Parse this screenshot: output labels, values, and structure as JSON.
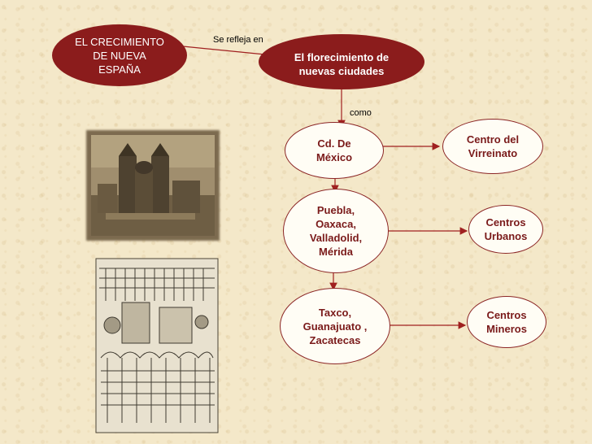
{
  "nodes": {
    "crecimiento": "EL CRECIMIENTO DE NUEVA ESPAÑA",
    "florecimiento": "El florecimiento de nuevas ciudades",
    "cd_mexico": "Cd. De México",
    "puebla": "Puebla, Oaxaca, Valladolid, Mérida",
    "taxco": "Taxco, Guanajuato , Zacatecas",
    "virreinato": "Centro del Virreinato",
    "urbanos": "Centros Urbanos",
    "mineros": "Centros Mineros"
  },
  "edge_labels": {
    "refleja": "Se refleja en",
    "como": "como"
  },
  "colors": {
    "dark_node": "#8b1c1c",
    "light_node_border": "#8b2525",
    "light_node_text": "#7a1a1a",
    "arrow": "#a02020",
    "background": "#f4e8c9"
  },
  "images": {
    "cathedral": "cathedral-sepia-photo",
    "engraving": "colonial-city-engraving"
  }
}
